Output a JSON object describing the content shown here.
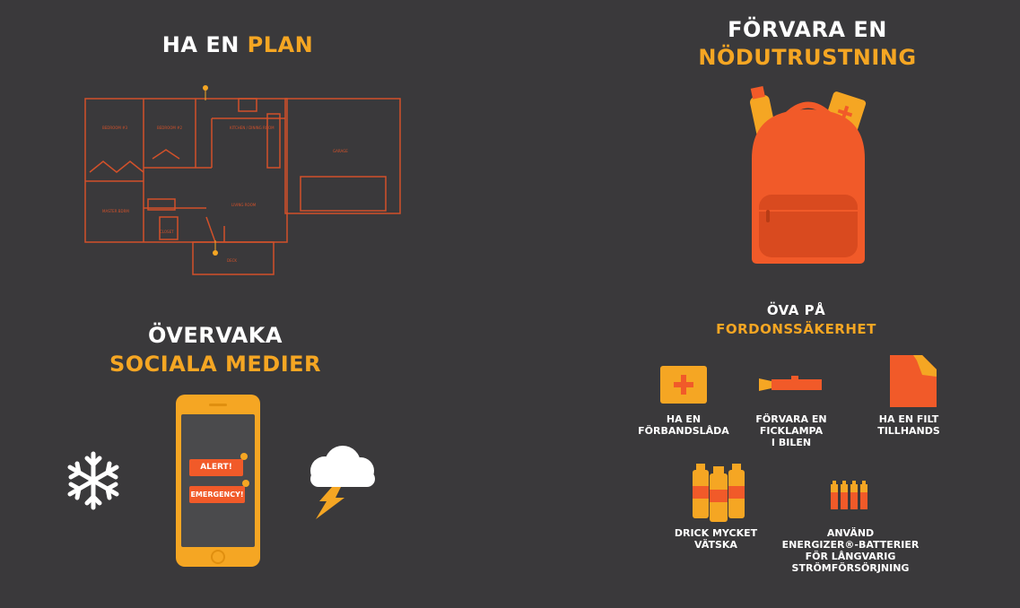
{
  "plan": {
    "title_white": "HA EN ",
    "title_orange": "PLAN",
    "rooms": {
      "bedroom3": "BEDROOM #3",
      "bedroom2": "BEDROOM #2",
      "kitchen": "KITCHEN /\nDINING ROOM",
      "garage": "GARAGE",
      "master": "MASTER BDRM",
      "living": "LIVING ROOM",
      "closet": "CLOSET",
      "deck": "DECK"
    }
  },
  "kit": {
    "title_line1": "FÖRVARA EN",
    "title_line2": "NÖDUTRUSTNING"
  },
  "social": {
    "title_line1": "ÖVERVAKA",
    "title_line2": "SOCIALA MEDIER",
    "alert1": "ALERT!",
    "alert2": "EMERGENCY!"
  },
  "vehicle": {
    "title_line1": "ÖVA PÅ",
    "title_line2": "FORDONSSÄKERHET",
    "items": {
      "firstaid": "HA EN\nFÖRBANDSLÅDA",
      "flashlight": "FÖRVARA EN\nFICKLAMPA\nI BILEN",
      "blanket": "HA EN FILT\nTILLHANDS",
      "water": "DRICK MYCKET\nVÄTSKA",
      "batteries": "ANVÄND\nENERGIZER®-BATTERIER\nFÖR LÅNGVARIG\nSTRÖMFÖRSÖRJNING"
    }
  },
  "colors": {
    "background": "#3a393b",
    "orange": "#f5a623",
    "red_orange": "#f15a29",
    "floorplan": "#d2512a"
  }
}
